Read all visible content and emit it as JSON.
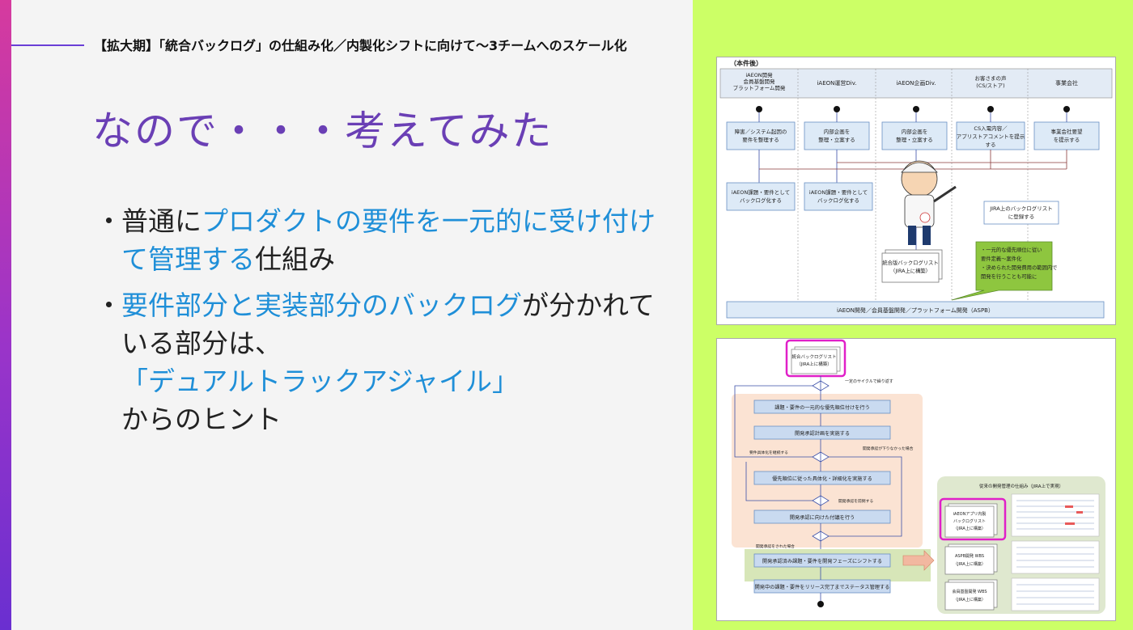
{
  "header": {
    "title": "【拡大期】「統合バックログ」の仕組み化／内製化シフトに向けて〜3チームへのスケール化"
  },
  "main_title": "なので・・・考えてみた",
  "bullets": [
    {
      "dot": "・",
      "parts": [
        {
          "text": "普通に",
          "hl": false
        },
        {
          "text": "プロダクトの要件を一元的に受け付けて管理する",
          "hl": true
        },
        {
          "text": "仕組み",
          "hl": false
        }
      ]
    },
    {
      "dot": "・",
      "parts": [
        {
          "text": "要件部分と実装部分のバックログ",
          "hl": true
        },
        {
          "text": "が分かれている部分は、",
          "hl": false
        },
        {
          "text": "「デュアルトラックアジャイル」",
          "hl": true
        },
        {
          "text": "からのヒント",
          "hl": false
        }
      ]
    }
  ],
  "diagram1": {
    "label": "（本件後）",
    "columns": [
      "iAEON開発\n会員基盤開発\nプラットフォーム開発",
      "iAEON運営Div.",
      "iAEON企画Div.",
      "お客さまの声\n(CS/ストア)",
      "事業会社"
    ],
    "boxes_row1": [
      "障害／システム起因の\n要件を整理する",
      "内部企画を\n整理・立案する",
      "内部企画を\n整理・立案する",
      "CS入電内容／\nアプリストアコメントを提示\nする",
      "事業会社要望\nを提示する"
    ],
    "boxes_row2": [
      "iAEON課題・要件として\nバックログ化する",
      "iAEON課題・要件として\nバックログ化する"
    ],
    "jira_note": "JIRA上のバックログリスト\nに登録する",
    "backlog_doc": "統合版バックログリスト\n（JIRA上に構築）",
    "green_note": [
      "・一元的な優先順位に従い",
      "要件定義〜案件化",
      "・決められた開発費用の範囲内で",
      "開発を行うことも可能に"
    ],
    "bottom_bar": "iAEON開発／会員基盤開発／プラットフォーム開発（ASPB）"
  },
  "diagram2": {
    "start_doc": "統合バックログリスト\n（JIRA上に構築）",
    "cycle_note": "一定のサイクルで繰り返す",
    "steps": [
      "課題・要件の一元的な優先順位付けを行う",
      "開発承認計画を実施する",
      "優先順位に従った具体化・詳細化を実施する",
      "開発承認に向けた付議を行う",
      "開発承認済み課題・要件を開発フェーズにシフトする",
      "開発中の課題・要件をリリース完了までステータス管理する"
    ],
    "notes": [
      "要件具体化を継続する",
      "開発承認が下りなかった場合",
      "開発承認を前倒する",
      "開発承認をされた場合"
    ],
    "right_title": "従来の開発管理の仕組み（JIRA上で実現）",
    "right_docs": [
      "iAEONアプリ内製\nバックログリスト\n（JIRA上に構築）",
      "ASPB開発  WBS\n（JIRA上に構築）",
      "会員基盤開発  WBS\n（JIRA上に構築）"
    ]
  },
  "colors": {
    "accent": "#6a3fb5",
    "highlight": "#1f8fd8",
    "green_panel": "#ccff66",
    "magenta": "#e020c8"
  }
}
